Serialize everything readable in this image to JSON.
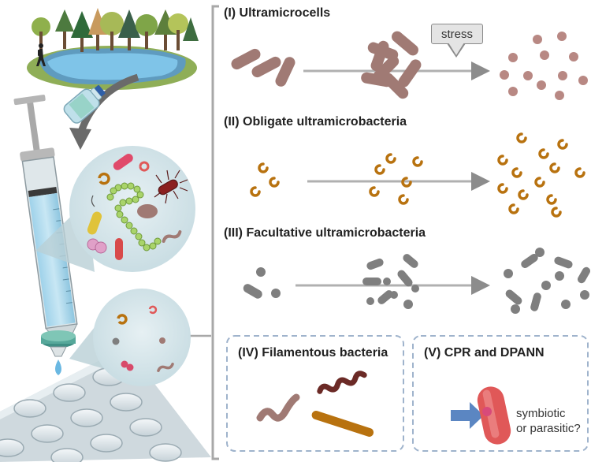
{
  "sections": [
    {
      "id": "I",
      "title": "(I) Ultramicrocells"
    },
    {
      "id": "II",
      "title": "(II) Obligate ultramicrobacteria"
    },
    {
      "id": "III",
      "title": "(III) Facultative ultramicrobacteria"
    },
    {
      "id": "IV",
      "title": "(IV) Filamentous bacteria"
    },
    {
      "id": "V",
      "title": "(V) CPR and DPANN"
    }
  ],
  "labels": {
    "stress": "stress",
    "symbiotic": "symbiotic",
    "parasitic": "or parasitic?"
  },
  "colors": {
    "brown_cell": "#a07a74",
    "brown_dot": "#b88883",
    "orange_crescent": "#b8720f",
    "gray_cell": "#7f7f7f",
    "arrow_gray": "#8c8c8c",
    "bracket": "#a8a8a8",
    "dashed_box": "#9fb3cc",
    "lake_blue": "#6cb7e0",
    "red_cell": "#e05858",
    "blue_arrow": "#5b86c2"
  },
  "icons": [
    "forest-lake-icon",
    "water-bottle-icon",
    "syringe-icon",
    "filter-icon",
    "well-plate-icon",
    "magnifier-bubble-icon"
  ]
}
